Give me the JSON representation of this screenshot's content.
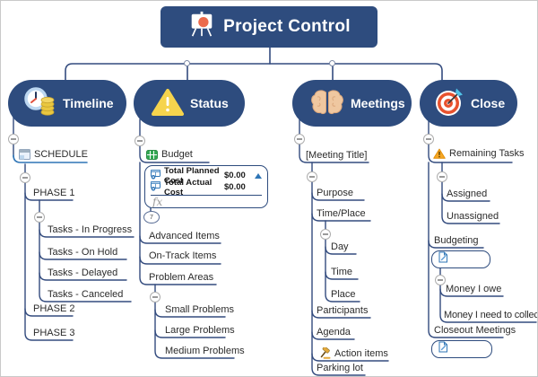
{
  "root": {
    "title": "Project Control",
    "icon": "presentation-easel"
  },
  "branches": {
    "timeline": {
      "label": "Timeline",
      "icon": "clock-and-coins",
      "schedule": {
        "label": "SCHEDULE",
        "icon": "calendar"
      },
      "phases": [
        "PHASE 1",
        "PHASE 2",
        "PHASE 3"
      ],
      "tasks": [
        "Tasks - In Progress",
        "Tasks - On Hold",
        "Tasks - Delayed",
        "Tasks - Canceled"
      ]
    },
    "status": {
      "label": "Status",
      "icon": "warning-triangle",
      "budget": {
        "label": "Budget",
        "icon": "green-spreadsheet",
        "rows": [
          {
            "icon": "calculation-table",
            "name": "Total Planned Cost",
            "value": "$0.00"
          },
          {
            "icon": "calculation-table",
            "name": "Total Actual Cost",
            "value": "$0.00"
          }
        ],
        "formula_label": "fx",
        "collapsed_count": "7"
      },
      "items": [
        "Advanced Items",
        "On-Track Items",
        "Problem Areas"
      ],
      "problems": [
        "Small Problems",
        "Large Problems",
        "Medium Problems"
      ]
    },
    "meetings": {
      "label": "Meetings",
      "icon": "brain",
      "items": {
        "title": "[Meeting Title]",
        "purpose": "Purpose",
        "time_place": "Time/Place",
        "time_place_children": [
          "Day",
          "Time",
          "Place"
        ],
        "participants": "Participants",
        "agenda": "Agenda",
        "action_items": "Action items",
        "parking_lot": "Parking lot"
      },
      "action_items_icon": "gavel"
    },
    "close": {
      "label": "Close",
      "icon": "target-dart",
      "remaining_tasks": {
        "label": "Remaining Tasks",
        "icon": "warning-triangle-small",
        "children": [
          "Assigned",
          "Unassigned"
        ]
      },
      "budgeting": {
        "label": "Budgeting",
        "attachment_icon": "document-pen",
        "children": [
          "Money I owe",
          "Money I need to collect"
        ]
      },
      "closeout": {
        "label": "Closeout Meetings",
        "attachment_icon": "document-pen"
      }
    }
  },
  "colors": {
    "node_fill": "#2E4C7E",
    "connector": "#334B7E",
    "schedule_line": "#2E75B6",
    "accent_blue": "#2E75B6",
    "budget_green": "#34A853",
    "warning_yellow": "#F6D44D",
    "warning_orange": "#F5A623",
    "target_red": "#E8522E",
    "coin_gold": "#E9C740",
    "brain_tan": "#EFC7A0",
    "text": "#2B2B2B"
  }
}
